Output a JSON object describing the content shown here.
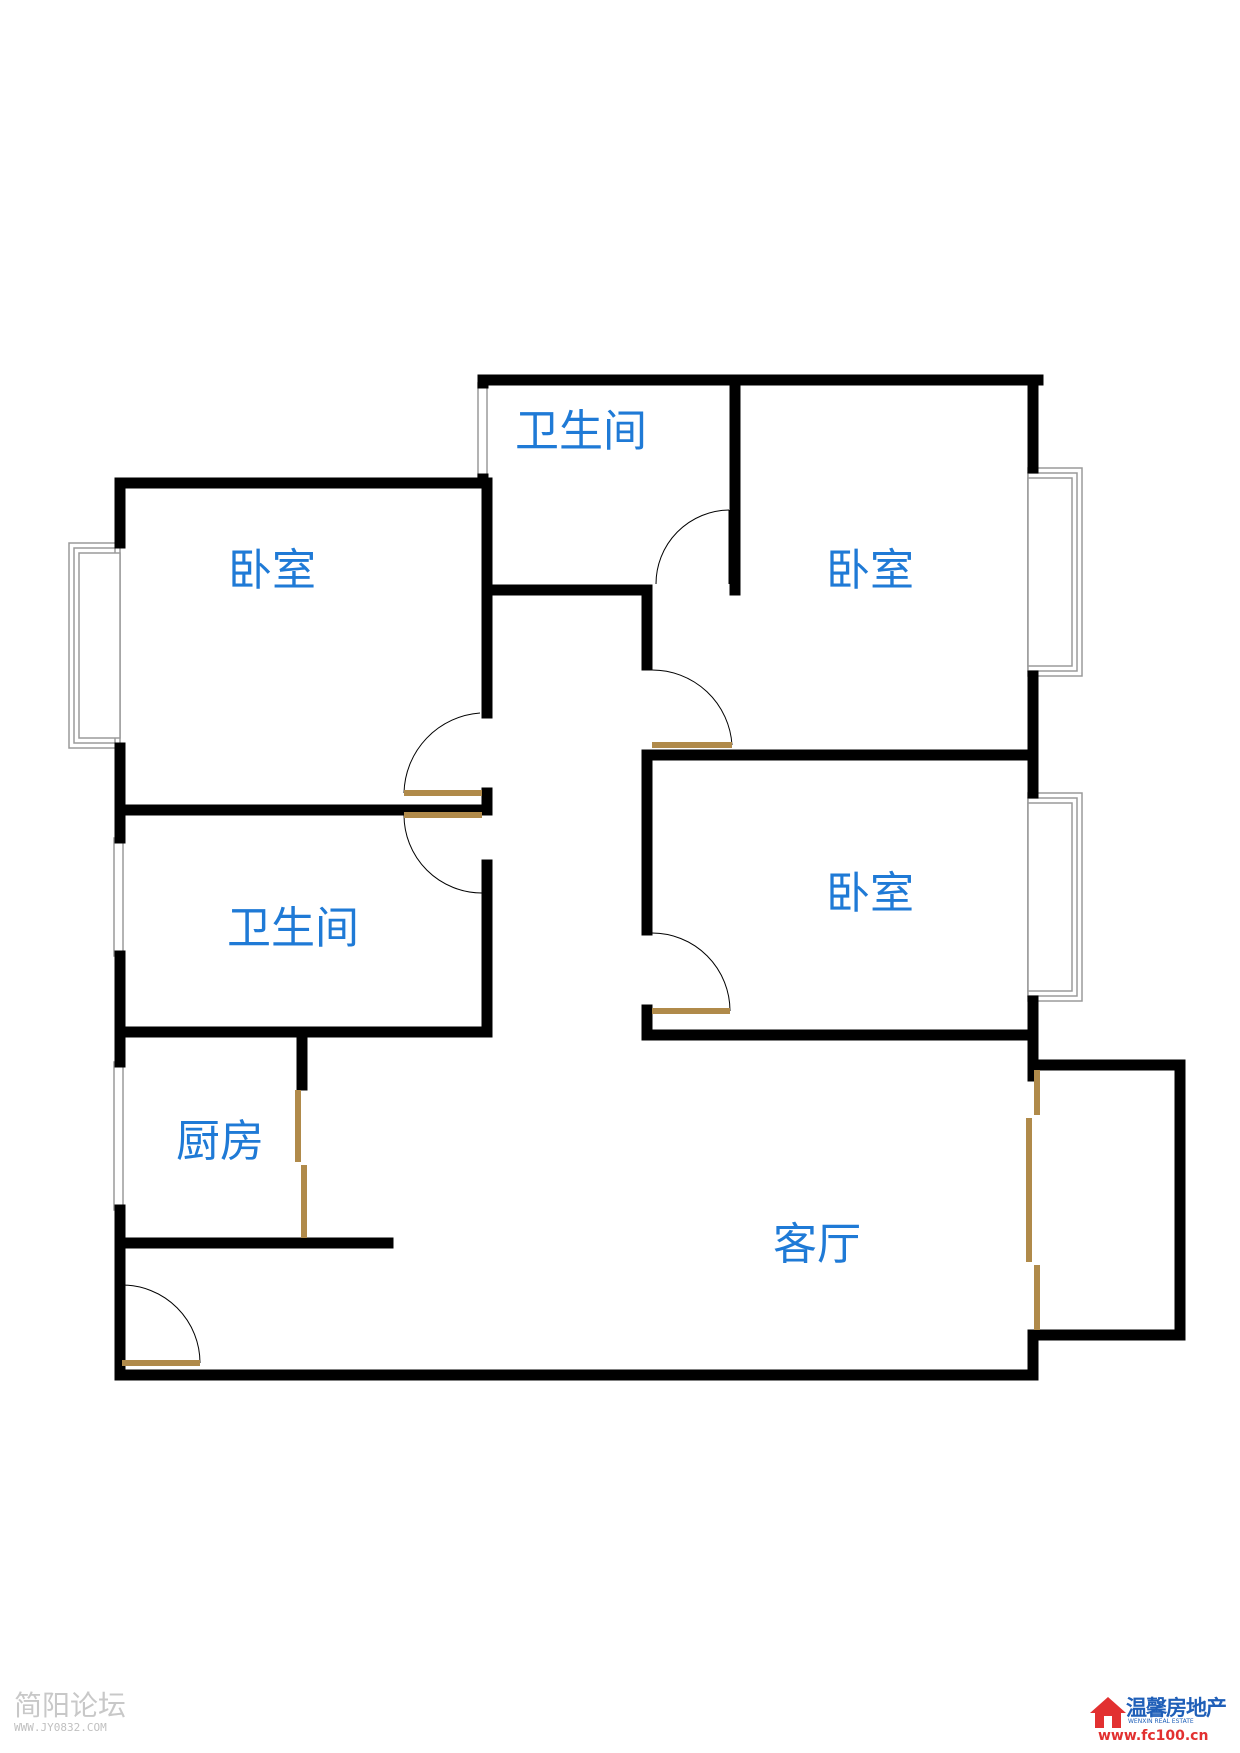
{
  "colors": {
    "wall": "#000000",
    "label": "#1f7ad6",
    "door": "#b08a4a",
    "window": "#9a9a9a",
    "watermark_left": "#c8c8c8",
    "brand_red": "#e23030",
    "brand_blue": "#1f5fb8"
  },
  "rooms": {
    "bath_top": "卫生间",
    "bed_left": "卧室",
    "bed_right_top": "卧室",
    "bath_left": "卫生间",
    "bed_right_mid": "卧室",
    "kitchen": "厨房",
    "living": "客厅"
  },
  "watermark_left": {
    "name": "简阳论坛",
    "url": "WWW.JY0832.COM"
  },
  "watermark_right": {
    "icon": "house-logo-icon",
    "brand_cn": "温馨房地产",
    "brand_en": "WENXIN REAL ESTATE",
    "url": "www.fc100.cn"
  }
}
